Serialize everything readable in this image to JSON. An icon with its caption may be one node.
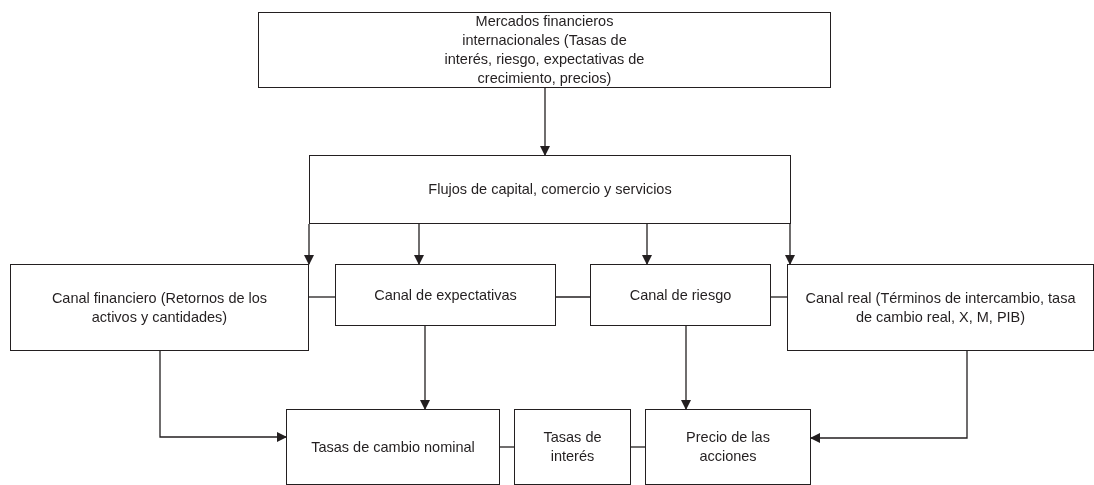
{
  "diagram": {
    "nodes": [
      {
        "text": [
          "Mercados financieros internacionales (Tasas de interés, riesgo, expectativas de crecimiento, precios)"
        ]
      },
      {
        "text": [
          "Flujos de capital, comercio y servicios"
        ]
      },
      {
        "text": [
          "Canal financiero (Retornos de los activos y cantidades)"
        ]
      },
      {
        "text": [
          "Canal de expectativas"
        ]
      },
      {
        "text": [
          "Canal de riesgo"
        ]
      },
      {
        "text": [
          "Canal real (Términos de intercambio, tasa de cambio real, X, M, PIB)"
        ]
      },
      {
        "text": [
          "Tasas de cambio nominal"
        ]
      },
      {
        "text": [
          "Tasas de interés"
        ]
      },
      {
        "text": [
          "Precio de las acciones"
        ]
      }
    ],
    "edges": [
      {
        "from": 0,
        "to": 1,
        "arrow": "to"
      },
      {
        "from": 1,
        "to": 2,
        "arrow": "to"
      },
      {
        "from": 1,
        "to": 3,
        "arrow": "to"
      },
      {
        "from": 1,
        "to": 4,
        "arrow": "to"
      },
      {
        "from": 1,
        "to": 5,
        "arrow": "to"
      },
      {
        "from": 2,
        "to": 3,
        "arrow": "none"
      },
      {
        "from": 3,
        "to": 4,
        "arrow": "none"
      },
      {
        "from": 4,
        "to": 5,
        "arrow": "none"
      },
      {
        "from": 3,
        "to": 6,
        "arrow": "to"
      },
      {
        "from": 4,
        "to": 8,
        "arrow": "to"
      },
      {
        "from": 2,
        "to": 6,
        "arrow": "to"
      },
      {
        "from": 5,
        "to": 8,
        "arrow": "to"
      },
      {
        "from": 6,
        "to": 7,
        "arrow": "none"
      },
      {
        "from": 7,
        "to": 8,
        "arrow": "none"
      }
    ]
  }
}
